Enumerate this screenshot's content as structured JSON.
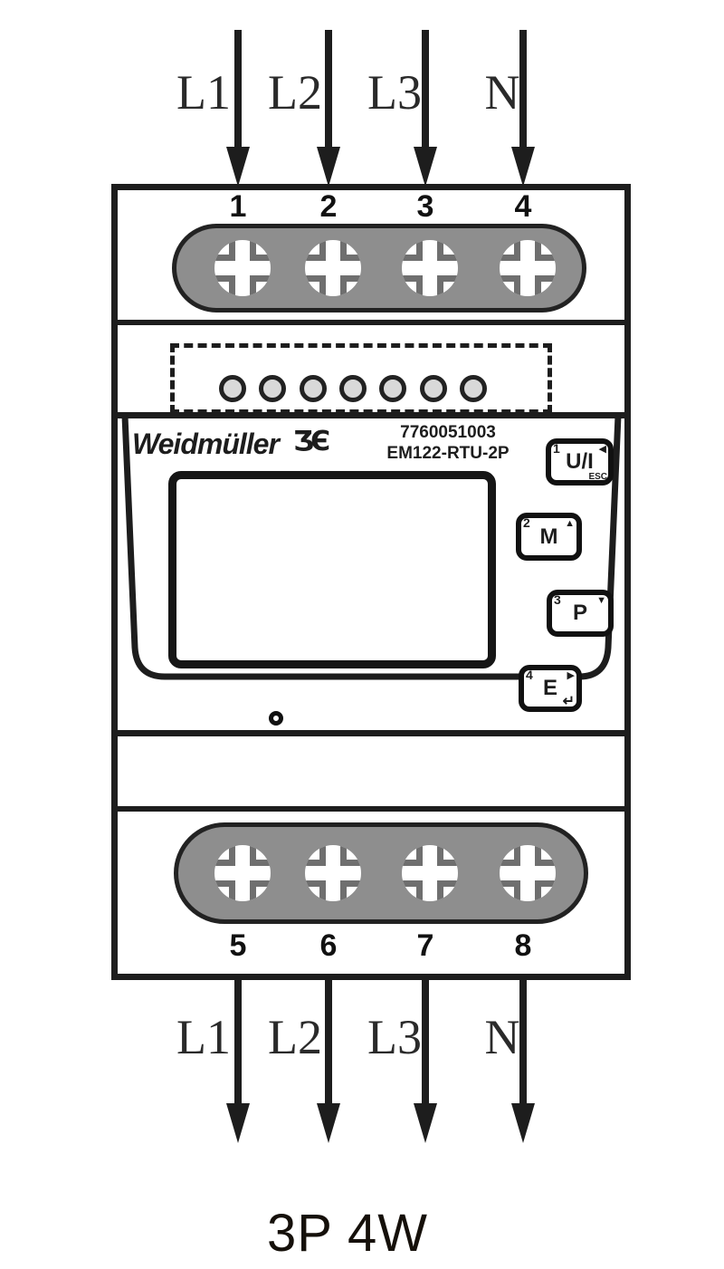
{
  "meter": {
    "brand": "Weidmüller",
    "logo_mark": "ƷЄ",
    "article_number": "7760051003",
    "model": "EM122-RTU-2P",
    "led_count": 7,
    "top_terminals": [
      "1",
      "2",
      "3",
      "4"
    ],
    "bottom_terminals": [
      "5",
      "6",
      "7",
      "8"
    ],
    "buttons": [
      {
        "key": "1",
        "label": "U/I",
        "arrow": "◀",
        "secondary": "ESC"
      },
      {
        "key": "2",
        "label": "M",
        "arrow": "▲",
        "secondary": ""
      },
      {
        "key": "3",
        "label": "P",
        "arrow": "▼",
        "secondary": ""
      },
      {
        "key": "4",
        "label": "E",
        "arrow": "▶",
        "secondary": "↵"
      }
    ]
  },
  "wiring": {
    "input_labels": [
      "L1",
      "L2",
      "L3",
      "N"
    ],
    "output_labels": [
      "L1",
      "L2",
      "L3",
      "N"
    ],
    "configuration": "3P 4W"
  },
  "colors": {
    "outline": "#1d1d1d",
    "terminal_block_fill": "#8e8e8e",
    "led_fill": "#d9d9d9"
  }
}
